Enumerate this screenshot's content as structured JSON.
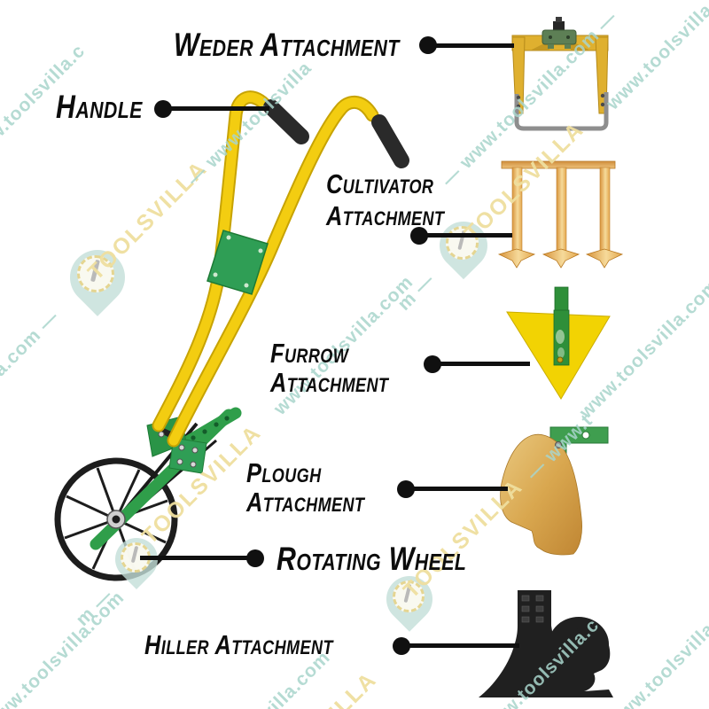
{
  "labels": {
    "weder": "Weder Attachment",
    "handle": "Handle",
    "cultivator_line1": "Cultivator",
    "cultivator_line2": "Attachment",
    "furrow_line1": "Furrow",
    "furrow_line2": "Attachment",
    "plough_line1": "Plough",
    "plough_line2": "Attachment",
    "wheel": "Rotating Wheel",
    "hiller": "Hiller Attachment"
  },
  "watermark": {
    "brand": "TOOLSVILLA",
    "url": "www.toolsvilla.com",
    "teal_color": "#a9d5cc",
    "yellow_color": "#efdf9f",
    "fragments": [
      "w.toolsvilla.c",
      "— www.toolsvilla.com —",
      "www.toolsvilla.",
      "a.com —",
      "TOOLSVILLA",
      "— www.toolsvilla",
      "m —",
      "TOOLSVILLA",
      "www.toolsvilla.com",
      "www.toolsvilla.com",
      "TOOLSVILLA",
      "— www.t",
      "m —",
      "TOOLSVILLA",
      "www.toolsvilla.com",
      ".villa.com",
      "w.toolsvilla.c",
      "ww.toolsvilla",
      "VILLA"
    ]
  },
  "colors": {
    "label_text": "#0c0c0c",
    "machine_yellow": "#f3cd11",
    "machine_green": "#2f9e4a",
    "grip_black": "#2a2a2a",
    "attachment_gold": "#e3a64c",
    "furrow_yellow": "#f2d303",
    "hiller_black": "#202020",
    "weder_yellow": "#dfb02f",
    "blade_grey": "#8e8e8e",
    "background": "#ffffff"
  }
}
